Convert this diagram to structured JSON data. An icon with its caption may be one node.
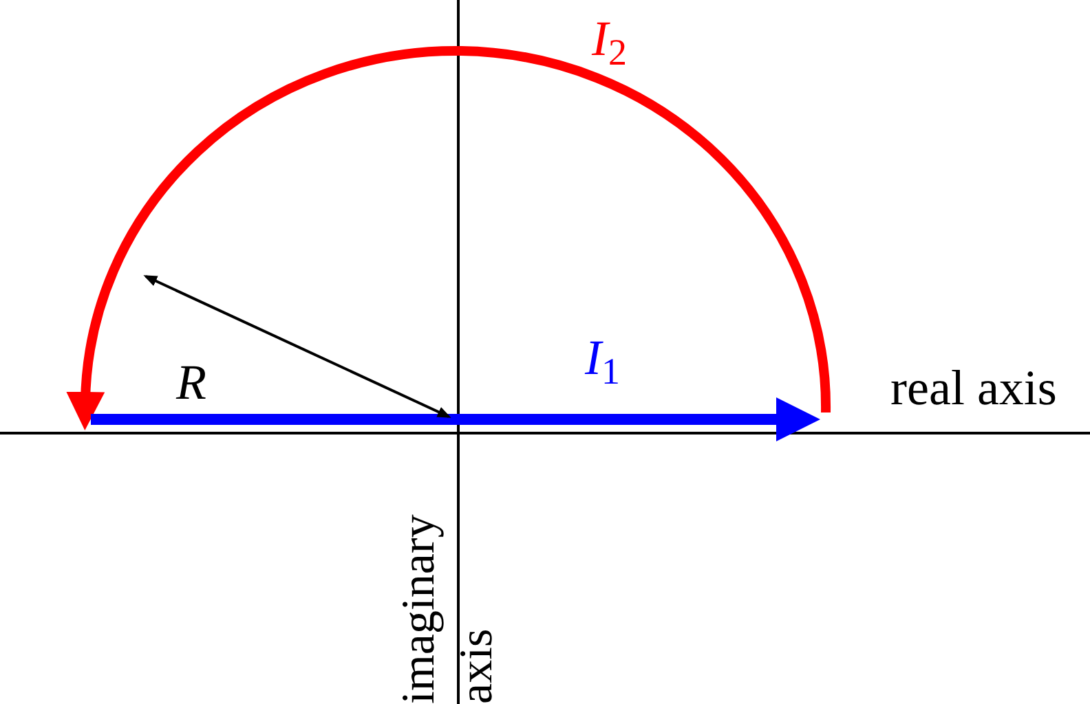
{
  "diagram": {
    "labels": [
      "*I*$_{2}$",
      "*I*$_{1}$",
      "*R*",
      "real axis",
      "imaginary axis"
    ]
  }
}
